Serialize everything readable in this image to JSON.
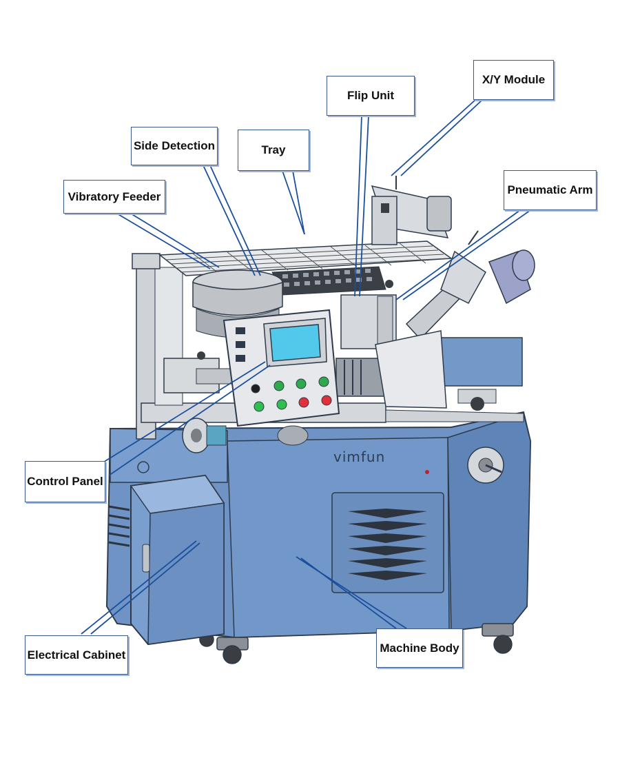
{
  "brand": "vimfun",
  "colors": {
    "body": "#6e93c4",
    "body_dark": "#4f74a6",
    "frame": "#cfd3d8",
    "leader": "#1b4f9c",
    "screen": "#52c8ea"
  },
  "labels": {
    "xy_module": "X/Y Module",
    "flip_unit": "Flip Unit",
    "side_detection": "Side Detection",
    "tray": "Tray",
    "vibratory_feeder": "Vibratory Feeder",
    "pneumatic_arm": "Pneumatic Arm",
    "control_panel": "Control Panel",
    "electrical_cabinet": "Electrical Cabinet",
    "machine_body": "Machine Body"
  }
}
